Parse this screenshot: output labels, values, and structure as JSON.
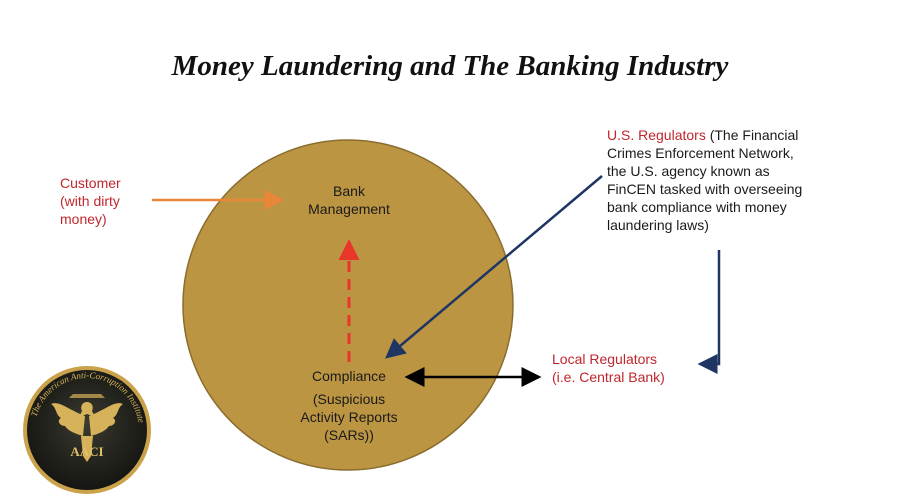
{
  "title": "Money Laundering and The Banking Industry",
  "customer": {
    "lines": [
      "Customer",
      "(with dirty",
      "money)"
    ]
  },
  "bank_management": {
    "lines": [
      "Bank",
      "Management"
    ]
  },
  "compliance": {
    "label": "Compliance",
    "sub_lines": [
      "(Suspicious",
      "Activity Reports",
      "(SARs))"
    ]
  },
  "us_regulators": {
    "name": "U.S. Regulators",
    "first_line_rest": " (The Financial",
    "lines": [
      "Crimes Enforcement Network,",
      "the U.S. agency known as",
      "FinCEN tasked with overseeing",
      "bank compliance with money",
      "laundering laws)"
    ]
  },
  "local_regulators": {
    "lines": [
      "Local Regulators",
      "(i.e. Central Bank)"
    ]
  },
  "logo": {
    "initials": "AACI",
    "ring_text": "The American Anti-Corruption Institute"
  },
  "colors": {
    "circle_fill": "#bc9543",
    "customer_arrow": "#e8873a",
    "escalation_arrow": "#e8362b",
    "regulator_arrow": "#1f3664",
    "two_way_arrow": "#000000",
    "red_text": "#c0262d"
  }
}
